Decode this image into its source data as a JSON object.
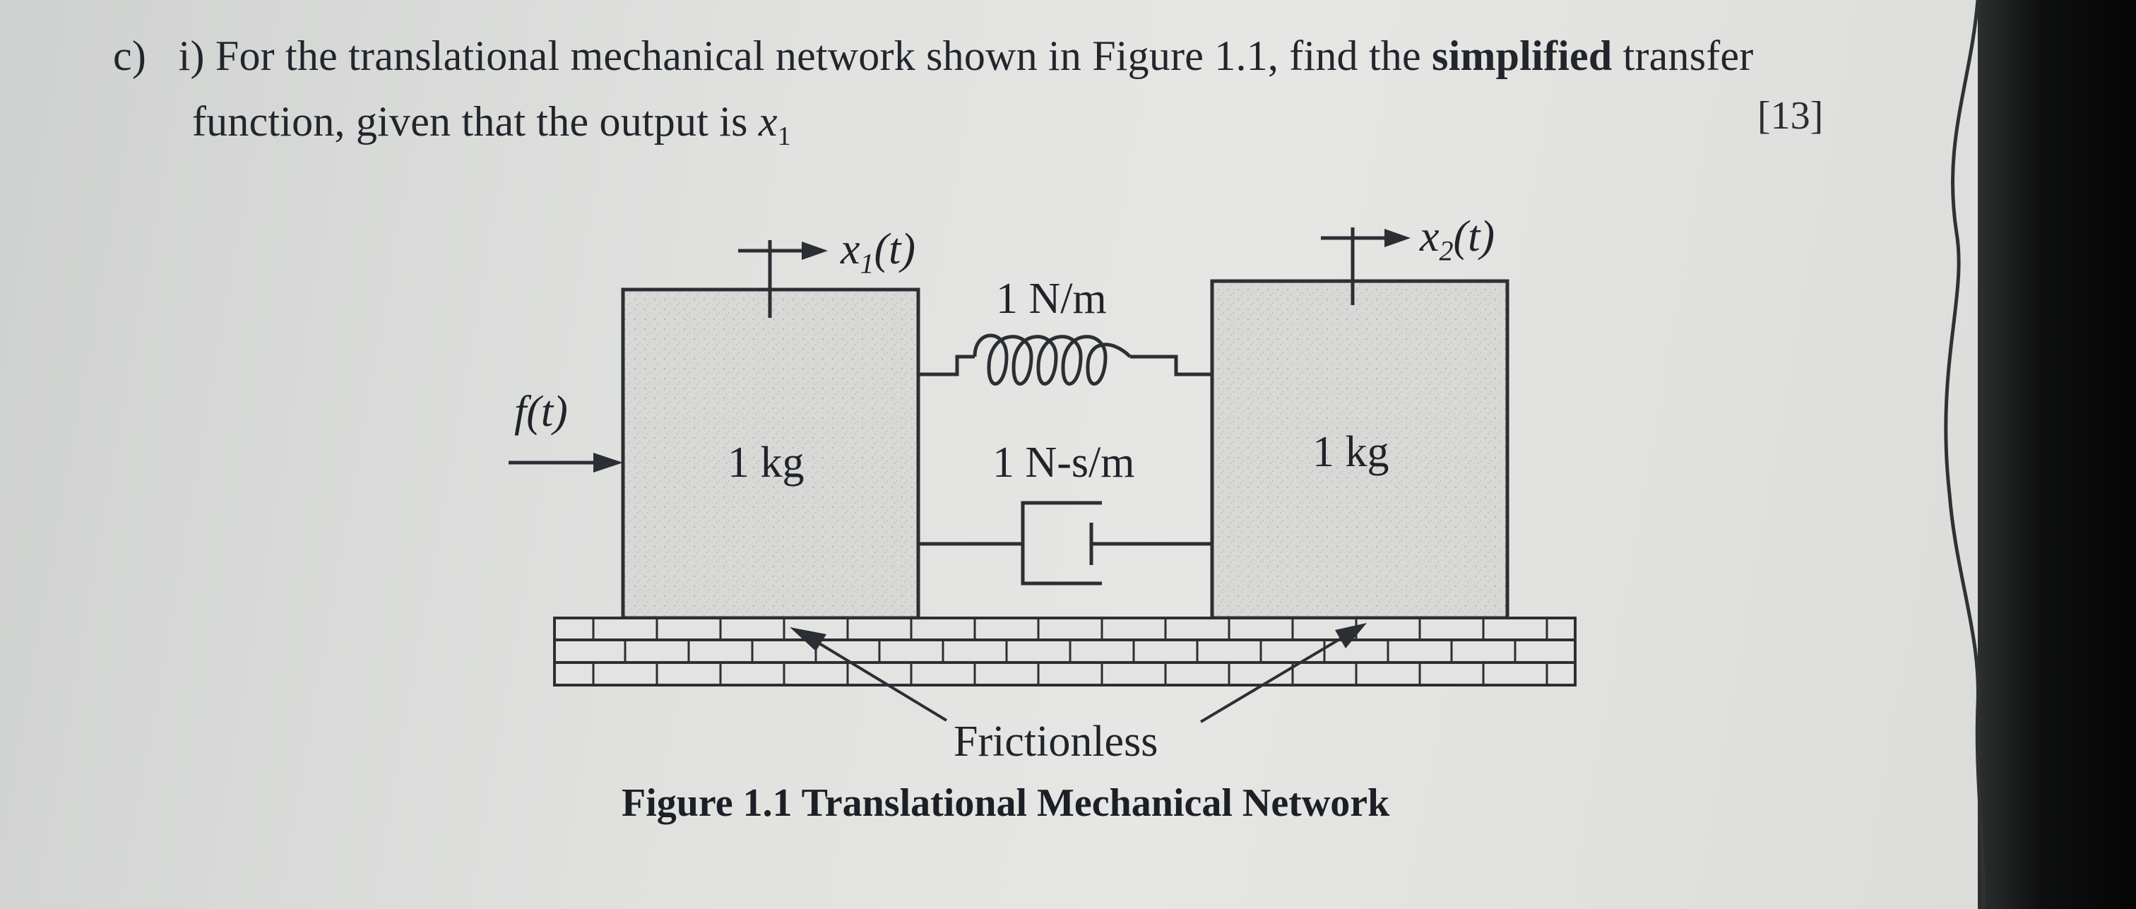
{
  "question": {
    "label": "c)",
    "part": "i)",
    "text_before": "For the translational mechanical network shown in Figure 1.1, find the",
    "bold_word": "simplified",
    "text_after": "transfer",
    "line2": "function, given that the output is",
    "output_var": "x",
    "output_sub": "1",
    "marks": "[13]"
  },
  "figure": {
    "x1_label": "x",
    "x1_sub": "1",
    "x1_arg": "(t)",
    "x2_label": "x",
    "x2_sub": "2",
    "x2_arg": "(t)",
    "spring_label": "1 N/m",
    "damper_label": "1 N-s/m",
    "mass1_label": "1 kg",
    "mass2_label": "1 kg",
    "force_label": "f(t)",
    "ground_label": "Frictionless",
    "caption": "Figure 1.1 Translational Mechanical Network"
  }
}
